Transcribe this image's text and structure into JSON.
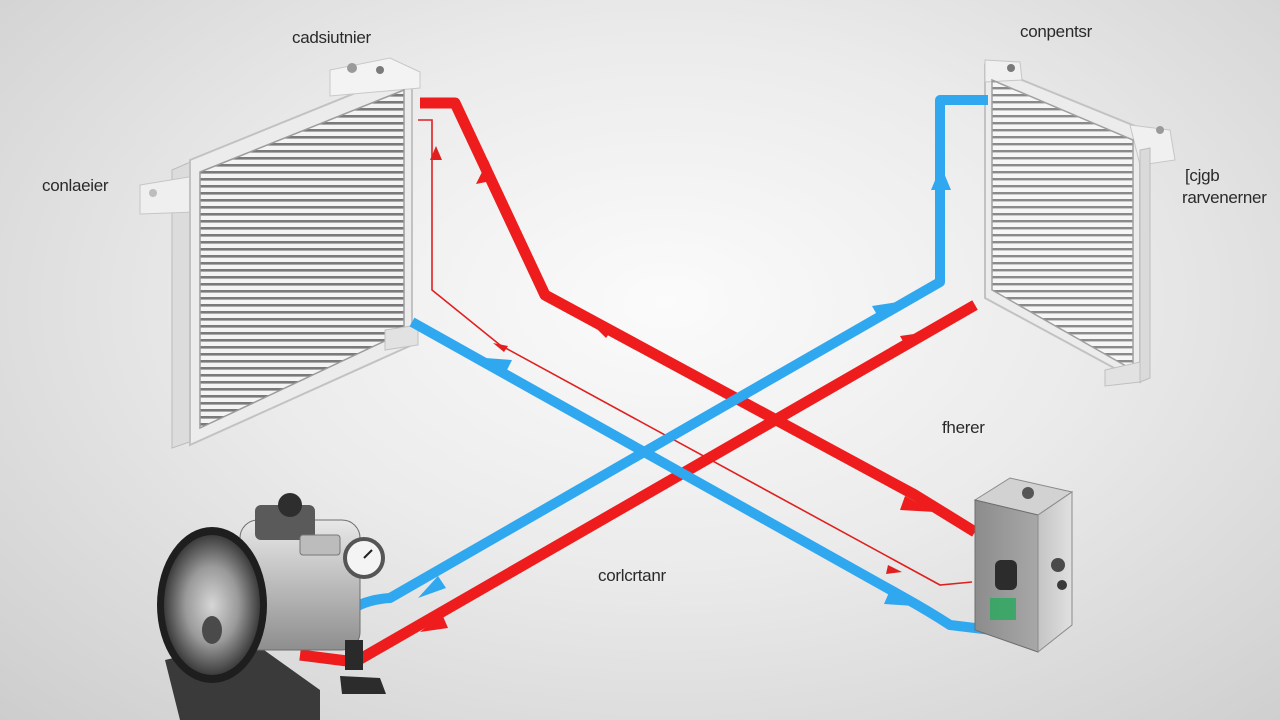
{
  "labels": {
    "top_left": "cadsiutnier",
    "top_right": "conpentsr",
    "left": "conlaeier",
    "right_line1": "[cjgb",
    "right_line2": "rarvenerner",
    "middle_right": "fherer",
    "bottom_center": "corlcrtanr"
  },
  "colors": {
    "hot_line": "#ee1c1c",
    "cold_line": "#2fa8f0",
    "thin_line": "#e02020",
    "radiator_frame": "#e9e9e9",
    "fins": "#7c7c7c",
    "block": "#9a9a9a"
  },
  "components": [
    "radiator-left",
    "radiator-right",
    "compressor",
    "filter-block"
  ]
}
